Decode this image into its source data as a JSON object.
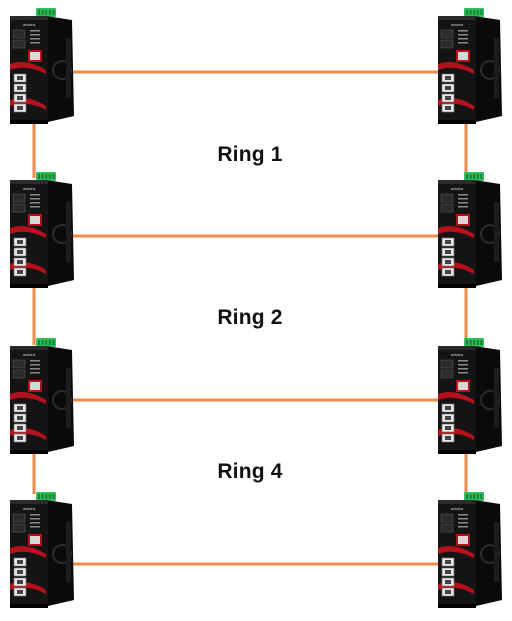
{
  "rings": [
    {
      "label": "Ring 1"
    },
    {
      "label": "Ring 2"
    },
    {
      "label": "Ring 4"
    }
  ],
  "devices": [
    {
      "brand": "antaira"
    },
    {
      "brand": "antaira"
    },
    {
      "brand": "antaira"
    },
    {
      "brand": "antaira"
    },
    {
      "brand": "antaira"
    },
    {
      "brand": "antaira"
    },
    {
      "brand": "antaira"
    },
    {
      "brand": "antaira"
    }
  ],
  "colors": {
    "link": "#f08a48",
    "chassis": "#141414",
    "accent": "#b3121c",
    "terminal": "#2fbf5a",
    "label": "#111111"
  }
}
